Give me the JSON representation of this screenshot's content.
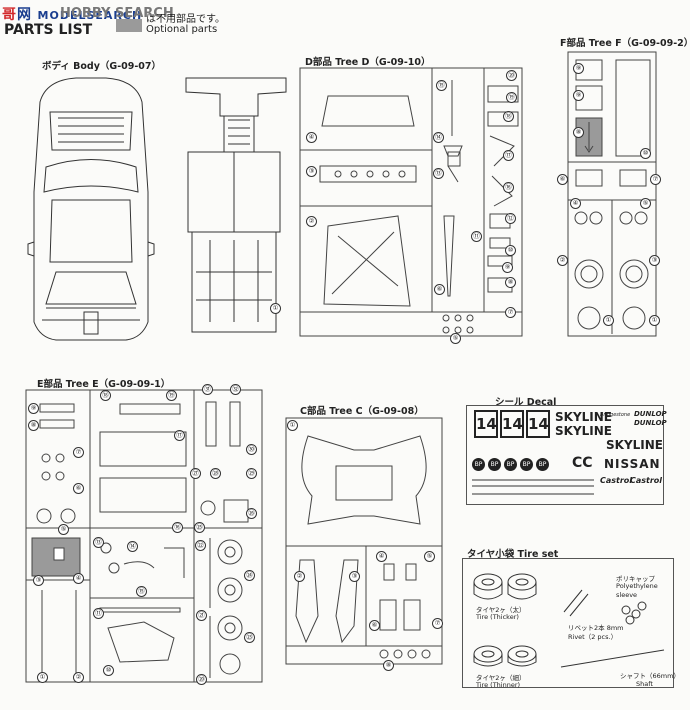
{
  "header": {
    "logo_cn": "哥",
    "logo_cn2": "网",
    "logo_text": "MODELSEARCH",
    "logo_sub": "HOBBY SEARCH",
    "parts_list": "PARTS LIST",
    "legend_jp": "は不用部品です。",
    "legend_en": "Optional parts"
  },
  "sections": {
    "body": "ボディ Body（G-09-07）",
    "tree_d": "D部品 Tree D（G-09-10）",
    "tree_f": "F部品 Tree F（G-09-09-2）",
    "tree_e": "E部品 Tree E（G-09-09-1）",
    "tree_c": "C部品 Tree C（G-09-08）",
    "decal": "シール Decal",
    "tire_set": "タイヤ小袋 Tire set"
  },
  "decal": {
    "num": "14",
    "skyline": "SKYLINE",
    "dunlop": "DUNLOP",
    "nissan": "NISSAN",
    "castrol": "Castrol",
    "bridgestone": "Bridgestone",
    "bp": "BP",
    "cc": "CC"
  },
  "tire_set": {
    "thick_jp": "タイヤ2ヶ（太）",
    "thick_en": "Tire (Thicker)",
    "thin_jp": "タイヤ2ヶ（細）",
    "thin_en": "Tire (Thinner)",
    "rivet_jp": "リベット2本 8mm",
    "rivet_en": "Rivet（2 pcs.）",
    "sleeve_jp": "ポリキャップ",
    "sleeve_en1": "Polyethylene",
    "sleeve_en2": "sleeve",
    "shaft_jp": "シャフト（66mm）",
    "shaft_en": "Shaft"
  },
  "numbers": {
    "d": [
      "⑮",
      "⑳",
      "⑲",
      "⑱",
      "④",
      "⑭",
      "⑰",
      "③",
      "⑬",
      "⑯",
      "②",
      "⑫",
      "⑪",
      "⑩",
      "⑨",
      "⑧",
      "⑥",
      "⑦",
      "⑤",
      "①"
    ],
    "f": [
      "⑨",
      "⑨",
      "⑧",
      "⑩",
      "⑥",
      "⑦",
      "④",
      "⑤",
      "②",
      "③",
      "①",
      "①"
    ],
    "e": [
      "⑨",
      "⑱",
      "⑲",
      "㉛",
      "㉜",
      "⑧",
      "⑰",
      "⑦",
      "⑥",
      "⑤",
      "㉚",
      "㉗",
      "㉘",
      "㉙",
      "㉖",
      "㉕",
      "⑯",
      "⑬",
      "⑭",
      "⑮",
      "③",
      "④",
      "㉒",
      "㉔",
      "⑪",
      "㉑",
      "㉓",
      "⑩",
      "①",
      "②",
      "⑳"
    ],
    "c": [
      "①",
      "②",
      "③",
      "④",
      "⑤",
      "⑥",
      "⑦",
      "⑧"
    ]
  },
  "colors": {
    "line": "#333333",
    "optional": "#9a9a9a",
    "logo_red": "#d2282a",
    "logo_blue": "#1a3e8f"
  }
}
